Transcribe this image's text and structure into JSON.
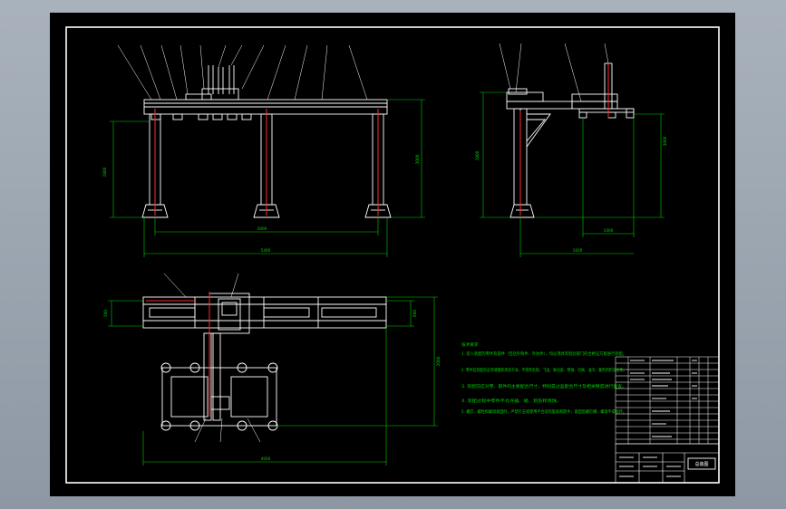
{
  "drawing": {
    "dims": {
      "front_span": "3000",
      "front_total": "5400",
      "front_height_left": "2800",
      "front_height_right": "3000",
      "side_height": "2800",
      "side_height_right": "3000",
      "side_width": "1000",
      "side_depth": "1600",
      "plan_total": "4000",
      "plan_depth": "2000",
      "plan_left": "500",
      "plan_right": "600"
    },
    "notes": {
      "title": "技术要求",
      "lines": [
        "1. 装入装配的零件及部件（包括外购件、外协件），均必须具有检验部门的合格证方能进行装配。",
        "2. 零件在装配前必须清理和清洗干净，不得有毛刺、飞边、氧化皮、锈蚀、切屑、油污、着色剂和灰尘等。",
        "3. 装配前应对零、部件的主要配合尺寸，特别是过盈配合尺寸及相关精度进行复查。",
        "4. 装配过程中零件不允许磕、碰、划伤和锈蚀。",
        "5. 螺钉、螺栓和螺母紧固时，严禁打击或使用不合适的旋具和扳手，紧固后螺钉槽、螺母不得损坏。"
      ]
    },
    "title_block": {
      "name": "总装图"
    },
    "colors": {
      "background": "#000000",
      "frame": "#ffffff",
      "dimension": "#00d000",
      "centerline": "#ff2a2a",
      "notes": "#00d000"
    }
  }
}
